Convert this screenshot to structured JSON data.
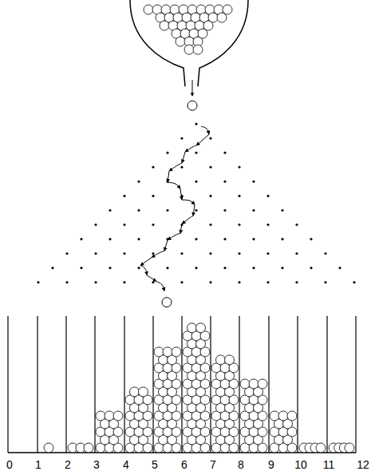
{
  "diagram": {
    "labels": [
      "0",
      "1",
      "2",
      "3",
      "4",
      "5",
      "6",
      "7",
      "8",
      "9",
      "10",
      "11",
      "12"
    ]
  }
}
